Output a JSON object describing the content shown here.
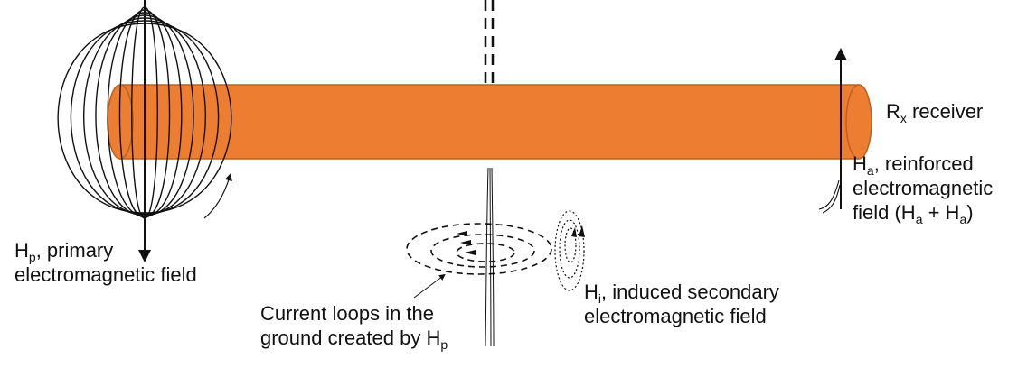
{
  "colors": {
    "tube_fill": "#ED7D31",
    "tube_stroke": "#B9621F",
    "line": "#111111",
    "background": "#ffffff"
  },
  "labels": {
    "receiver": {
      "main": "R",
      "sub": "x",
      "rest": " receiver"
    },
    "reinforced": {
      "main": "H",
      "sub": "a",
      "rest": ", reinforced",
      "line2": "electromagnetic",
      "line3_pre": "field (H",
      "line3_sub1": "a",
      "line3_mid": " + H",
      "line3_sub2": "a",
      "line3_post": ")"
    },
    "primary": {
      "main": "H",
      "sub": "p",
      "rest": ", primary",
      "line2": "electromagnetic field"
    },
    "induced": {
      "main": "H",
      "sub": "i",
      "rest": ", induced secondary",
      "line2": "electromagnetic field"
    },
    "loops": {
      "line1": "Current loops in the",
      "line2_pre": "ground created by H",
      "line2_sub": "p"
    }
  }
}
